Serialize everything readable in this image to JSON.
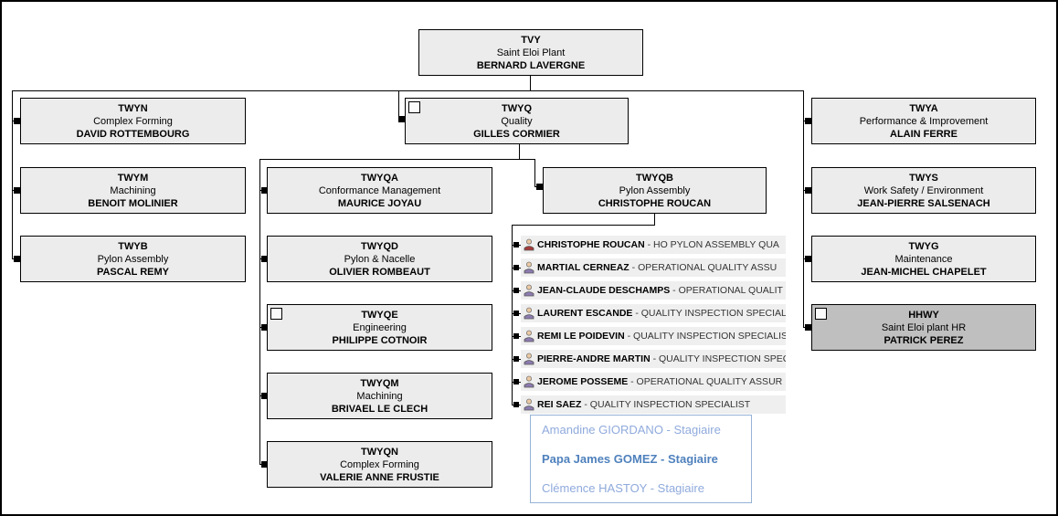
{
  "colors": {
    "node_fill": "#ececec",
    "node_fill_highlight": "#bfbfbf",
    "node_border": "#000000",
    "employee_row_fill": "#efefef",
    "intern_box_border": "#95b3d7",
    "intern_text": "#8faadc",
    "intern_text_bold": "#4f81bd",
    "person_icon_red": "#a63a3a",
    "person_icon_purple": "#8c7bb0"
  },
  "emp_separator": " - ",
  "nodes": {
    "tvy": {
      "code": "TVY",
      "dept": "Saint Eloi Plant",
      "name": "BERNARD LAVERGNE"
    },
    "twyn": {
      "code": "TWYN",
      "dept": "Complex Forming",
      "name": "DAVID ROTTEMBOURG"
    },
    "twyq": {
      "code": "TWYQ",
      "dept": "Quality",
      "name": "GILLES CORMIER"
    },
    "twya": {
      "code": "TWYA",
      "dept": "Performance & Improvement",
      "name": "ALAIN FERRE"
    },
    "twym": {
      "code": "TWYM",
      "dept": "Machining",
      "name": "BENOIT MOLINIER"
    },
    "twyqa": {
      "code": "TWYQA",
      "dept": "Conformance Management",
      "name": "MAURICE JOYAU"
    },
    "twyqb": {
      "code": "TWYQB",
      "dept": "Pylon Assembly",
      "name": "CHRISTOPHE ROUCAN"
    },
    "twys": {
      "code": "TWYS",
      "dept": "Work Safety / Environment",
      "name": "JEAN-PIERRE SALSENACH"
    },
    "twyb": {
      "code": "TWYB",
      "dept": "Pylon Assembly",
      "name": "PASCAL REMY"
    },
    "twyqd": {
      "code": "TWYQD",
      "dept": "Pylon & Nacelle",
      "name": "OLIVIER ROMBEAUT"
    },
    "twyg": {
      "code": "TWYG",
      "dept": "Maintenance",
      "name": "JEAN-MICHEL CHAPELET"
    },
    "twyqe": {
      "code": "TWYQE",
      "dept": "Engineering",
      "name": "PHILIPPE COTNOIR"
    },
    "hhwy": {
      "code": "HHWY",
      "dept": "Saint Eloi plant HR",
      "name": "PATRICK PEREZ"
    },
    "twyqm": {
      "code": "TWYQM",
      "dept": "Machining",
      "name": "BRIVAEL LE CLECH"
    },
    "twyqn": {
      "code": "TWYQN",
      "dept": "Complex Forming",
      "name": "VALERIE ANNE FRUSTIE"
    }
  },
  "employees": [
    {
      "name": "CHRISTOPHE ROUCAN",
      "role": "HO PYLON ASSEMBLY QUA",
      "icon": "person-red"
    },
    {
      "name": "MARTIAL CERNEAZ",
      "role": "OPERATIONAL QUALITY ASSU",
      "icon": "person-purple"
    },
    {
      "name": "JEAN-CLAUDE DESCHAMPS",
      "role": "OPERATIONAL QUALIT",
      "icon": "person-purple"
    },
    {
      "name": "LAURENT ESCANDE",
      "role": "QUALITY INSPECTION SPECIALI",
      "icon": "person-purple"
    },
    {
      "name": "REMI LE POIDEVIN",
      "role": "QUALITY INSPECTION SPECIALIS",
      "icon": "person-purple"
    },
    {
      "name": "PIERRE-ANDRE MARTIN",
      "role": "QUALITY INSPECTION SPEC",
      "icon": "person-purple"
    },
    {
      "name": "JEROME POSSEME",
      "role": "OPERATIONAL QUALITY ASSUR",
      "icon": "person-purple"
    },
    {
      "name": "REI SAEZ",
      "role": "QUALITY INSPECTION SPECIALIST",
      "icon": "person-purple"
    }
  ],
  "interns": [
    {
      "text": "Amandine GIORDANO - Stagiaire"
    },
    {
      "text": "Papa James GOMEZ - Stagiaire"
    },
    {
      "text": "Clémence HASTOY - Stagiaire"
    }
  ]
}
